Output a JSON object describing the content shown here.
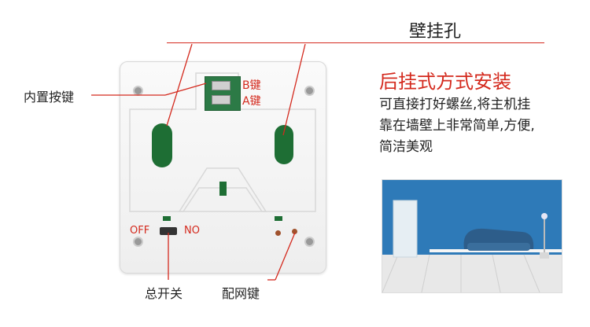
{
  "title": "壁挂孔",
  "heading": "后挂式方式安装",
  "description_lines": [
    "可直接打好螺丝,将主机挂",
    "靠在墙壁上非常简单,方便,",
    "简洁美观"
  ],
  "labels": {
    "internal_buttons": "内置按键",
    "b_key": "B键",
    "a_key": "A键",
    "off": "OFF",
    "on": "NO",
    "power_switch": "总开关",
    "pairing_key": "配网键"
  },
  "colors": {
    "accent": "#d42a1e",
    "hook_green": "#1e6e34",
    "wall_blue": "#2e7ab8"
  }
}
